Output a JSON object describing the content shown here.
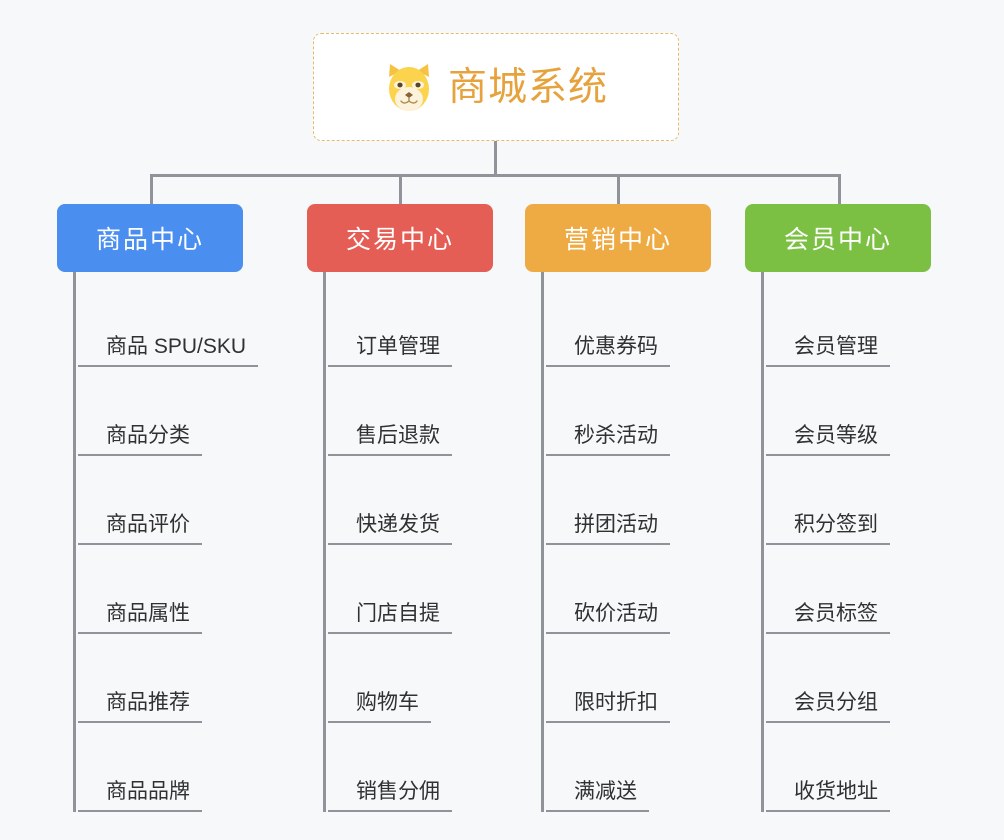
{
  "page": {
    "background_color": "#f7f8f9",
    "line_color": "#909399",
    "text_color": "#303133"
  },
  "root": {
    "title": "商城系统",
    "icon": "shiba-dog-face-icon",
    "icon_glyph": "🐶",
    "border_color": "#e9b96b",
    "title_color": "#e6a23c"
  },
  "categories": [
    {
      "label": "商品中心",
      "color": "#4a8ef0",
      "items": [
        "商品 SPU/SKU",
        "商品分类",
        "商品评价",
        "商品属性",
        "商品推荐",
        "商品品牌"
      ]
    },
    {
      "label": "交易中心",
      "color": "#e55e56",
      "items": [
        "订单管理",
        "售后退款",
        "快递发货",
        "门店自提",
        "购物车",
        "销售分佣"
      ]
    },
    {
      "label": "营销中心",
      "color": "#eeab43",
      "items": [
        "优惠券码",
        "秒杀活动",
        "拼团活动",
        "砍价活动",
        "限时折扣",
        "满减送"
      ]
    },
    {
      "label": "会员中心",
      "color": "#7cc043",
      "items": [
        "会员管理",
        "会员等级",
        "积分签到",
        "会员标签",
        "会员分组",
        "收货地址"
      ]
    }
  ]
}
